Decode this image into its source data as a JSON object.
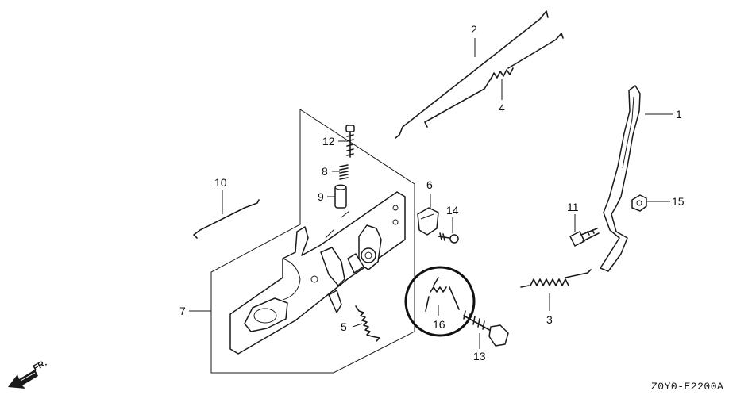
{
  "callouts": {
    "c1": "1",
    "c2": "2",
    "c3": "3",
    "c4": "4",
    "c5": "5",
    "c6": "6",
    "c7": "7",
    "c8": "8",
    "c9": "9",
    "c10": "10",
    "c11": "11",
    "c12": "12",
    "c13": "13",
    "c14": "14",
    "c15": "15",
    "c16": "16"
  },
  "direction_label": "FR.",
  "diagram_code": "Z0Y0-E2200A"
}
